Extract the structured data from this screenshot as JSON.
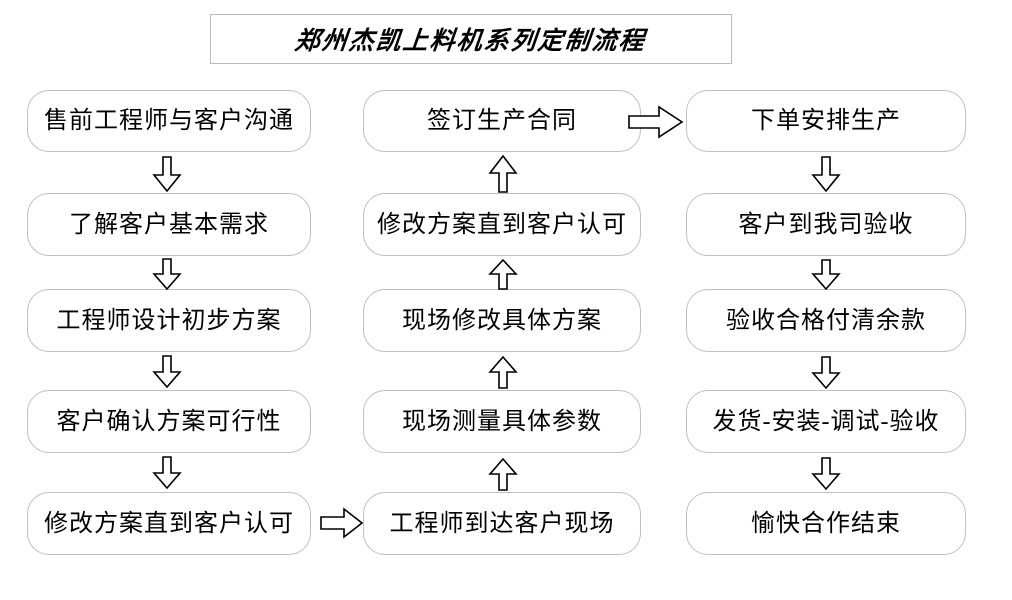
{
  "title": {
    "text": "郑州杰凯上料机系列定制流程"
  },
  "colors": {
    "background": "#ffffff",
    "box_border": "#c0c0c0",
    "title_border": "#b9b9b9",
    "text": "#000000",
    "arrow_stroke": "#000000",
    "arrow_fill": "#ffffff"
  },
  "columns": [
    {
      "id": "left",
      "name": "pre-sales-design-column",
      "nodes": [
        {
          "id": "l1",
          "label": "售前工程师与客户沟通"
        },
        {
          "id": "l2",
          "label": "了解客户基本需求"
        },
        {
          "id": "l3",
          "label": "工程师设计初步方案"
        },
        {
          "id": "l4",
          "label": "客户确认方案可行性"
        },
        {
          "id": "l5",
          "label": "修改方案直到客户认可"
        }
      ]
    },
    {
      "id": "middle",
      "name": "on-site-survey-column",
      "nodes": [
        {
          "id": "m1",
          "label": "签订生产合同"
        },
        {
          "id": "m2",
          "label": "修改方案直到客户认可"
        },
        {
          "id": "m3",
          "label": "现场修改具体方案"
        },
        {
          "id": "m4",
          "label": "现场测量具体参数"
        },
        {
          "id": "m5",
          "label": "工程师到达客户现场"
        }
      ]
    },
    {
      "id": "right",
      "name": "production-delivery-column",
      "nodes": [
        {
          "id": "r1",
          "label": "下单安排生产"
        },
        {
          "id": "r2",
          "label": "客户到我司验收"
        },
        {
          "id": "r3",
          "label": "验收合格付清余款"
        },
        {
          "id": "r4",
          "label": "发货-安装-调试-验收"
        },
        {
          "id": "r5",
          "label": "愉快合作结束"
        }
      ]
    }
  ],
  "connectors": [
    {
      "id": "a-l1-l2",
      "from": "l1",
      "to": "l2",
      "direction": "down"
    },
    {
      "id": "a-l2-l3",
      "from": "l2",
      "to": "l3",
      "direction": "down"
    },
    {
      "id": "a-l3-l4",
      "from": "l3",
      "to": "l4",
      "direction": "down"
    },
    {
      "id": "a-l4-l5",
      "from": "l4",
      "to": "l5",
      "direction": "down"
    },
    {
      "id": "a-l5-m5",
      "from": "l5",
      "to": "m5",
      "direction": "right"
    },
    {
      "id": "a-m5-m4",
      "from": "m5",
      "to": "m4",
      "direction": "up"
    },
    {
      "id": "a-m4-m3",
      "from": "m4",
      "to": "m3",
      "direction": "up"
    },
    {
      "id": "a-m3-m2",
      "from": "m3",
      "to": "m2",
      "direction": "up"
    },
    {
      "id": "a-m2-m1",
      "from": "m2",
      "to": "m1",
      "direction": "up"
    },
    {
      "id": "a-m1-r1",
      "from": "m1",
      "to": "r1",
      "direction": "right"
    },
    {
      "id": "a-r1-r2",
      "from": "r1",
      "to": "r2",
      "direction": "down"
    },
    {
      "id": "a-r2-r3",
      "from": "r2",
      "to": "r3",
      "direction": "down"
    },
    {
      "id": "a-r3-r4",
      "from": "r3",
      "to": "r4",
      "direction": "down"
    },
    {
      "id": "a-r4-r5",
      "from": "r4",
      "to": "r5",
      "direction": "down"
    }
  ]
}
